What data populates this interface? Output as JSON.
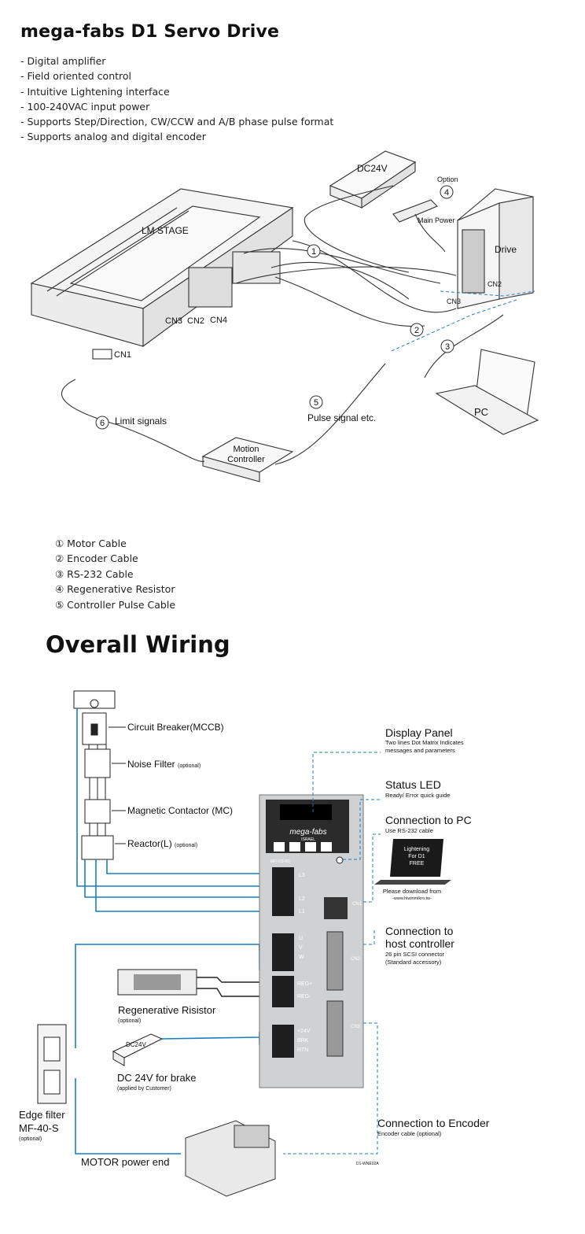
{
  "title": "mega-fabs D1 Servo Drive",
  "features": [
    "Digital amplifier",
    "Field oriented control",
    "Intuitive Lightening interface",
    "100-240VAC input power",
    "Supports Step/Direction, CW/CCW and A/B phase pulse format",
    "Supports analog and digital encoder"
  ],
  "system_diagram": {
    "dc24v": "DC24V",
    "option": "Option",
    "main_power": "Main Power",
    "drive": "Drive",
    "lm_stage": "LM STAGE",
    "cn1": "CN1",
    "cn2": "CN2",
    "cn3": "CN3",
    "cn4": "CN4",
    "cn2_drive": "CN2",
    "cn3_drive": "CN3",
    "pc": "PC",
    "limit_signals": "Limit signals",
    "pulse_signal": "Pulse signal etc.",
    "motion_controller_1": "Motion",
    "motion_controller_2": "Controller",
    "markers": [
      "1",
      "2",
      "3",
      "4",
      "5",
      "6"
    ]
  },
  "cable_legend": [
    "① Motor Cable",
    "② Encoder Cable",
    "③ RS-232 Cable",
    "④ Regenerative Resistor",
    "⑤ Controller Pulse Cable"
  ],
  "overall_wiring_title": "Overall Wiring",
  "wiring": {
    "circuit_breaker": "Circuit Breaker(MCCB)",
    "noise_filter": "Noise Filter",
    "noise_filter_opt": "(optional)",
    "magnetic_contactor": "Magnetic Contactor (MC)",
    "reactor": "Reactor(L)",
    "reactor_opt": "(optional)",
    "regen_resistor": "Regenerative Risistor",
    "regen_opt": "(optional)",
    "dc24v_box": "DC24V",
    "dc24v_brake": "DC 24V for brake",
    "dc24v_brake_sub": "(applied by Customer)",
    "edge_filter_1": "Edge filter",
    "edge_filter_2": "MF-40-S",
    "edge_filter_opt": "(optional)",
    "motor_power_end": "MOTOR power end",
    "drive_brand": "mega-fabs",
    "drive_sub": "ISRAEL",
    "drive_model": "MFI-D2-R2",
    "terminal_l3": "L3",
    "terminal_l2": "L2",
    "terminal_l1": "L1",
    "terminal_u": "U",
    "terminal_v": "V",
    "terminal_w": "W",
    "terminal_regp": "REG+",
    "terminal_regm": "REG-",
    "terminal_24v": "+24V",
    "terminal_brk": "BRK",
    "terminal_rtn": "RTN",
    "cn1_side": "CN1",
    "cn2_side": "CN2",
    "cn3_side": "CN3",
    "display_panel": "Display Panel",
    "display_panel_desc_1": "Two lines Dot Matrix Indicates",
    "display_panel_desc_2": "messages and parameters",
    "status_led": "Status LED",
    "status_led_desc": "Ready/ Error quick guide",
    "conn_pc": "Connection to PC",
    "conn_pc_desc": "Use RS-232 cable",
    "laptop_1": "Lightening",
    "laptop_2": "For D1",
    "laptop_3": "FREE",
    "download_1": "Please download from",
    "download_2": "-www.hiwinmikro.tw-",
    "conn_host_1": "Connection to",
    "conn_host_2": "host controller",
    "conn_host_desc_1": "26 pin SCSI connector",
    "conn_host_desc_2": "(Standard accessory)",
    "conn_encoder": "Connection to Encoder",
    "conn_encoder_desc": "Encoder cable (optional)",
    "doc_code": "D1-WNE02A"
  },
  "colors": {
    "wire_blue": "#1a7fc1",
    "panel_gray": "#cfd1d3",
    "dark_panel": "#2b2b2b"
  }
}
